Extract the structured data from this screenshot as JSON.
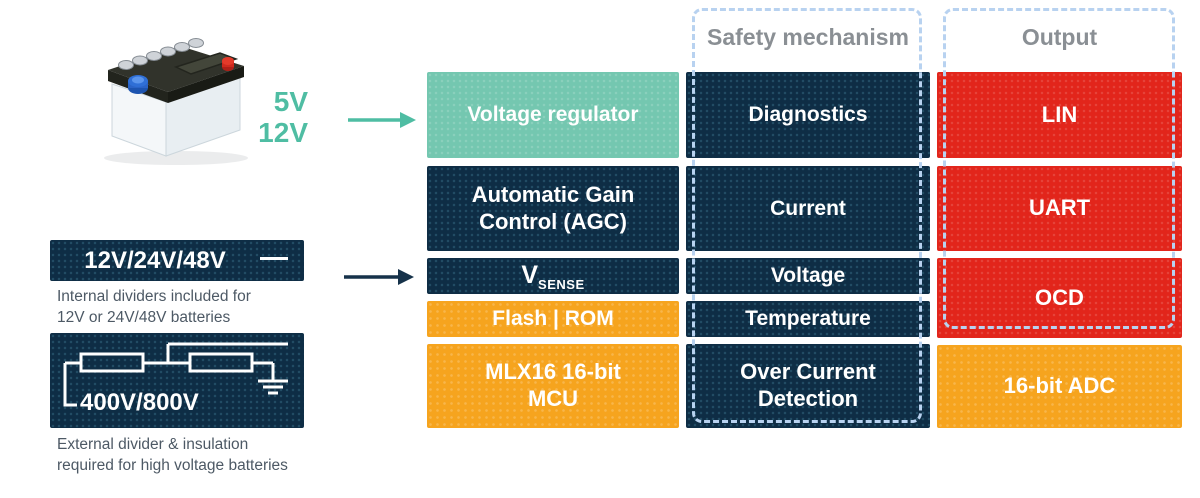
{
  "colors": {
    "navy": "#0e2d45",
    "teal_block": "#74c7b0",
    "teal_text": "#4fbda3",
    "orange": "#f6a41e",
    "red": "#e2251b",
    "dash_blue": "#b8d2f0",
    "header_gray": "#8a8f94",
    "caption_gray": "#4d5965"
  },
  "left": {
    "supply_labels": [
      "5V",
      "12V"
    ],
    "internal": {
      "label": "12V/24V/48V",
      "caption_lines": [
        "Internal dividers included for",
        "12V or 24V/48V batteries"
      ]
    },
    "external": {
      "label": "400V/800V",
      "caption_lines": [
        "External divider & insulation",
        "required for high voltage batteries"
      ]
    }
  },
  "chip": {
    "voltage_regulator": "Voltage regulator",
    "agc": "Automatic Gain Control (AGC)",
    "vsense_main": "V",
    "vsense_sub": "SENSE",
    "flash_rom": "Flash | ROM",
    "mcu": "MLX16 16-bit MCU"
  },
  "safety": {
    "header": "Safety mechanism",
    "blocks": [
      "Diagnostics",
      "Current",
      "Voltage",
      "Temperature",
      "Over Current Detection"
    ]
  },
  "output": {
    "header": "Output",
    "blocks": [
      "LIN",
      "UART",
      "OCD",
      "16-bit ADC"
    ]
  }
}
